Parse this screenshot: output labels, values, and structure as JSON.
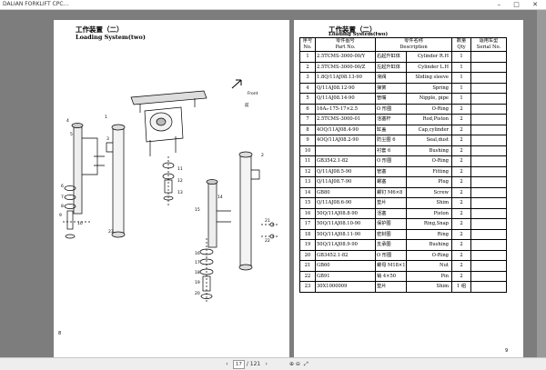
{
  "window": {
    "title": "DALIAN FORKLIFT CPC...",
    "controls": "–  □  ✕"
  },
  "left_page": {
    "title_cn": "工作装置（二）",
    "title_en": "Loading System(two)",
    "front_label": "Front",
    "front_cn": "前",
    "page_number": "8",
    "callouts": [
      "1",
      "2",
      "3",
      "4",
      "5",
      "6",
      "7",
      "8",
      "9",
      "10",
      "11",
      "12",
      "13",
      "14",
      "15",
      "16",
      "17",
      "18",
      "19",
      "20",
      "21",
      "22",
      "23"
    ]
  },
  "right_page": {
    "title_cn": "工作装置（二）",
    "title_en": "Loading System(two)",
    "page_number": "9",
    "headers": {
      "no_cn": "序号",
      "no_en": "No.",
      "part_cn": "零件图号",
      "part_en": "Part No.",
      "name_cn": "零件名称",
      "name_en": "Description",
      "qty_cn": "数量",
      "qty_en": "Qty",
      "model_cn": "适用车型",
      "model_en": "Serial No."
    },
    "rows": [
      {
        "no": "1",
        "part": "2.5TCMS-3000-00/Y",
        "cn": "右起升缸体",
        "en": "Cylinder R.H",
        "qty": "1"
      },
      {
        "no": "2",
        "part": "2.5TCMS-3000-00/Z",
        "cn": "左起升缸体",
        "en": "Cylinder L.H",
        "qty": "1"
      },
      {
        "no": "3",
        "part": "1.8Q/11AJ08.13-90",
        "cn": "滑阀",
        "en": "Sliding sleeve",
        "qty": "1"
      },
      {
        "no": "4",
        "part": "Q/11AJ08.12-90",
        "cn": "弹簧",
        "en": "Spring",
        "qty": "1"
      },
      {
        "no": "5",
        "part": "Q/11AJ08.14-90",
        "cn": "管嘴",
        "en": "Nipple, pipe",
        "qty": "1"
      },
      {
        "no": "6",
        "part": "16A₃-175-17×2.5",
        "cn": "O 形圈",
        "en": "O-Ring",
        "qty": "2"
      },
      {
        "no": "7",
        "part": "2.5TCMS-3000-01",
        "cn": "活塞杆",
        "en": "Rod,Piston",
        "qty": "2"
      },
      {
        "no": "8",
        "part": "4OQ/11AJ08.4-90",
        "cn": "缸盖",
        "en": "Cap,cylinder",
        "qty": "2"
      },
      {
        "no": "9",
        "part": "4OQ/11AJ08.2-90",
        "cn": "防尘圈 6",
        "en": "Seal,dust",
        "qty": "2"
      },
      {
        "no": "10",
        "part": "",
        "cn": "衬套 6",
        "en": "Bushing",
        "qty": "2"
      },
      {
        "no": "11",
        "part": "GB3542.1-82",
        "cn": "O 形圈",
        "en": "O-Ring",
        "qty": "2"
      },
      {
        "no": "12",
        "part": "Q/11AJ08.5-90",
        "cn": "管塞",
        "en": "Fitting",
        "qty": "2"
      },
      {
        "no": "13",
        "part": "Q/11AJ08.7-90",
        "cn": "螺塞",
        "en": "Plug",
        "qty": "2"
      },
      {
        "no": "14",
        "part": "GB80",
        "cn": "螺钉 M6×8",
        "en": "Screw",
        "qty": "2"
      },
      {
        "no": "15",
        "part": "Q/11AJ08.6-90",
        "cn": "垫片",
        "en": "Shim",
        "qty": "2"
      },
      {
        "no": "16",
        "part": "50Q/11AJ08.8-90",
        "cn": "活塞",
        "en": "Piston",
        "qty": "2"
      },
      {
        "no": "17",
        "part": "50Q/11AJ08.10-90",
        "cn": "保护圈",
        "en": "Ring,Snap",
        "qty": "2"
      },
      {
        "no": "18",
        "part": "50Q/11AJ08.11-90",
        "cn": "密封圈",
        "en": "Ring",
        "qty": "2"
      },
      {
        "no": "19",
        "part": "50Q/11AJ08.9-90",
        "cn": "支承圈",
        "en": "Bushing",
        "qty": "2"
      },
      {
        "no": "20",
        "part": "GB3452.1-82",
        "cn": "O 形圈",
        "en": "O-Ring",
        "qty": "2"
      },
      {
        "no": "21",
        "part": "GB60",
        "cn": "螺母 M18×1.5",
        "en": "Nut",
        "qty": "2"
      },
      {
        "no": "22",
        "part": "GB91",
        "cn": "销 4×50",
        "en": "Pin",
        "qty": "2"
      },
      {
        "no": "23",
        "part": "30X1000009",
        "cn": "垫片",
        "en": "Shim",
        "qty": "1 组"
      }
    ]
  },
  "toolbar": {
    "page_current": "17",
    "page_total": "/ 121",
    "nav_prev": "‹",
    "nav_next": "›",
    "zoom_label": "⊕ ⊖",
    "fit": "⤢"
  },
  "colors": {
    "background": "#7d7d7d",
    "page": "#ffffff",
    "ink": "#000000"
  }
}
